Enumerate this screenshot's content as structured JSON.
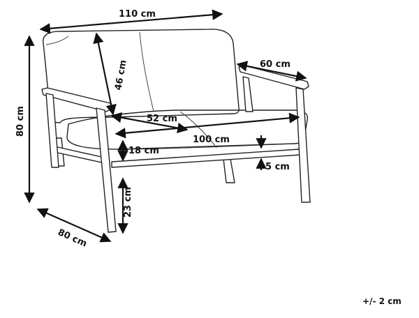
{
  "dimensions": {
    "overall_width": "110 cm",
    "overall_height": "80 cm",
    "overall_depth": "80 cm",
    "backrest_height": "46 cm",
    "seat_depth": "52 cm",
    "seat_width": "100 cm",
    "armrest_depth": "60 cm",
    "seat_cushion_height": "18 cm",
    "cushion_thickness": "5 cm",
    "leg_height": "23 cm"
  },
  "tolerance": "+/- 2 cm"
}
